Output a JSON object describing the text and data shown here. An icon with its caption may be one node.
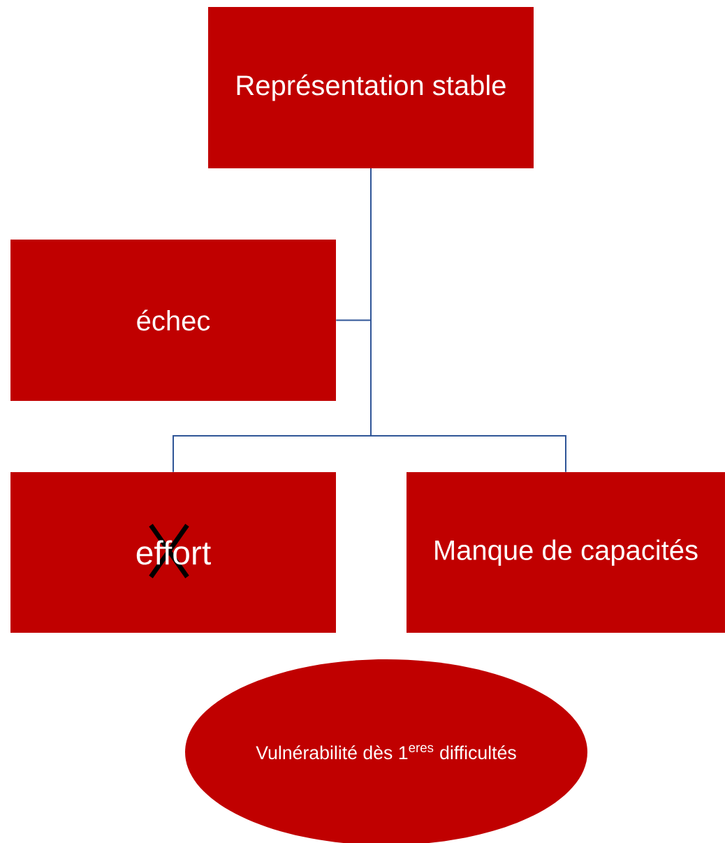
{
  "diagram": {
    "nodes": [
      {
        "text": [
          "Représentation stable"
        ]
      },
      {
        "text": [
          "échec"
        ]
      },
      {
        "text": [
          "effort"
        ]
      },
      {
        "text": [
          "Manque de capacités"
        ]
      },
      {
        "text": [
          "Vulnérabilité dès 1$^{eres}$ difficultés"
        ]
      }
    ],
    "edges": [
      {
        "from": 0,
        "to": 1,
        "arrow": "none"
      },
      {
        "from": 0,
        "to": 2,
        "arrow": "none"
      },
      {
        "from": 0,
        "to": 3,
        "arrow": "none"
      }
    ]
  }
}
